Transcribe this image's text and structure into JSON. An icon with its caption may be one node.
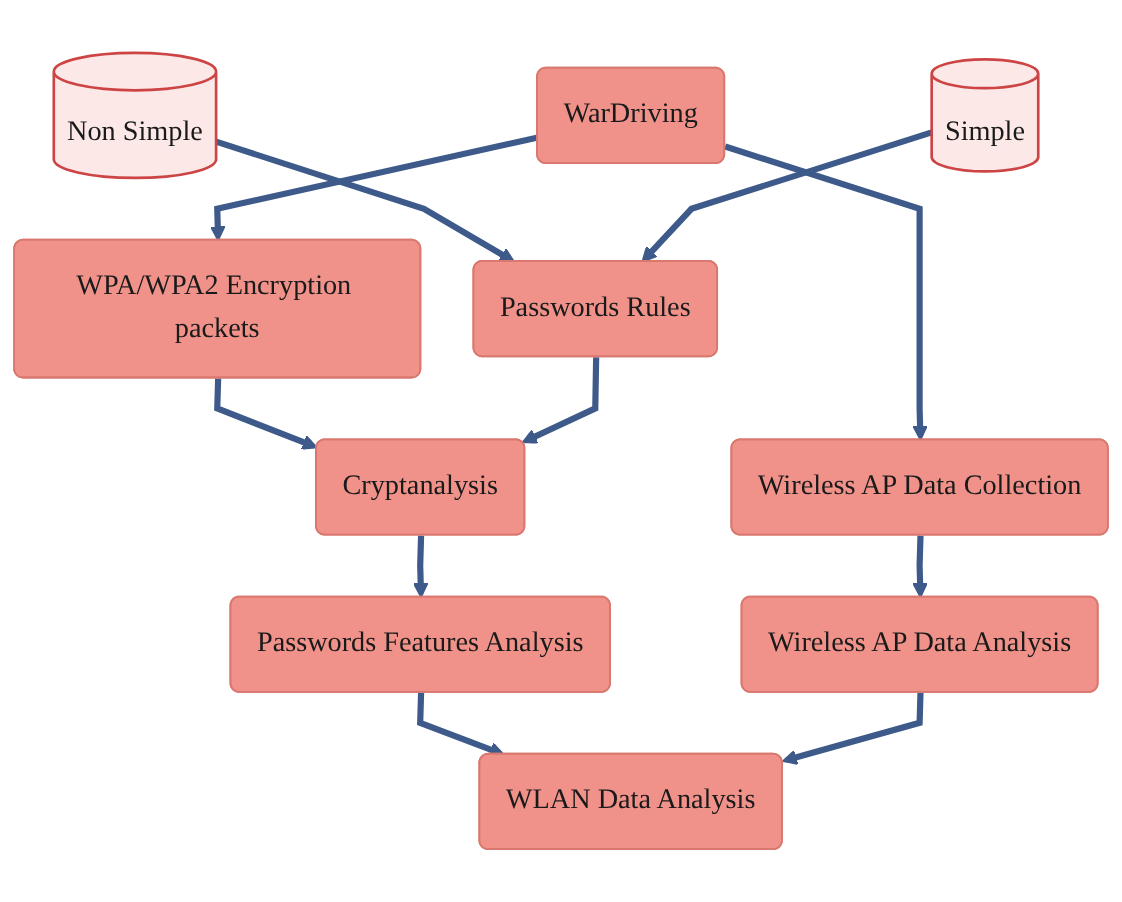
{
  "diagram": {
    "nodes": [
      {
        "text": [
          "WarDriving"
        ]
      },
      {
        "text": [
          "WPA/WPA2 Encryption packets"
        ]
      },
      {
        "text": [
          "Wireless AP Data Collection"
        ]
      },
      {
        "text": [
          "Passwords Rules"
        ]
      },
      {
        "text": [
          "Cryptanalysis"
        ]
      },
      {
        "text": [
          "Wireless AP Data Analysis"
        ]
      },
      {
        "text": [
          "Non Simple"
        ]
      },
      {
        "text": [
          "Simple"
        ]
      },
      {
        "text": [
          "Passwords Features Analysis"
        ]
      },
      {
        "text": [
          "WLAN Data Analysis"
        ]
      }
    ],
    "edges": [
      {
        "from": 0,
        "to": 1,
        "arrow": "to"
      },
      {
        "from": 0,
        "to": 2,
        "arrow": "to"
      },
      {
        "from": 1,
        "to": 4,
        "arrow": "to"
      },
      {
        "from": 2,
        "to": 5,
        "arrow": "to"
      },
      {
        "from": 3,
        "to": 4,
        "arrow": "to"
      },
      {
        "from": 6,
        "to": 3,
        "arrow": "to"
      },
      {
        "from": 7,
        "to": 3,
        "arrow": "to"
      },
      {
        "from": 4,
        "to": 8,
        "arrow": "to"
      },
      {
        "from": 8,
        "to": 9,
        "arrow": "to"
      },
      {
        "from": 5,
        "to": 9,
        "arrow": "to"
      }
    ]
  }
}
